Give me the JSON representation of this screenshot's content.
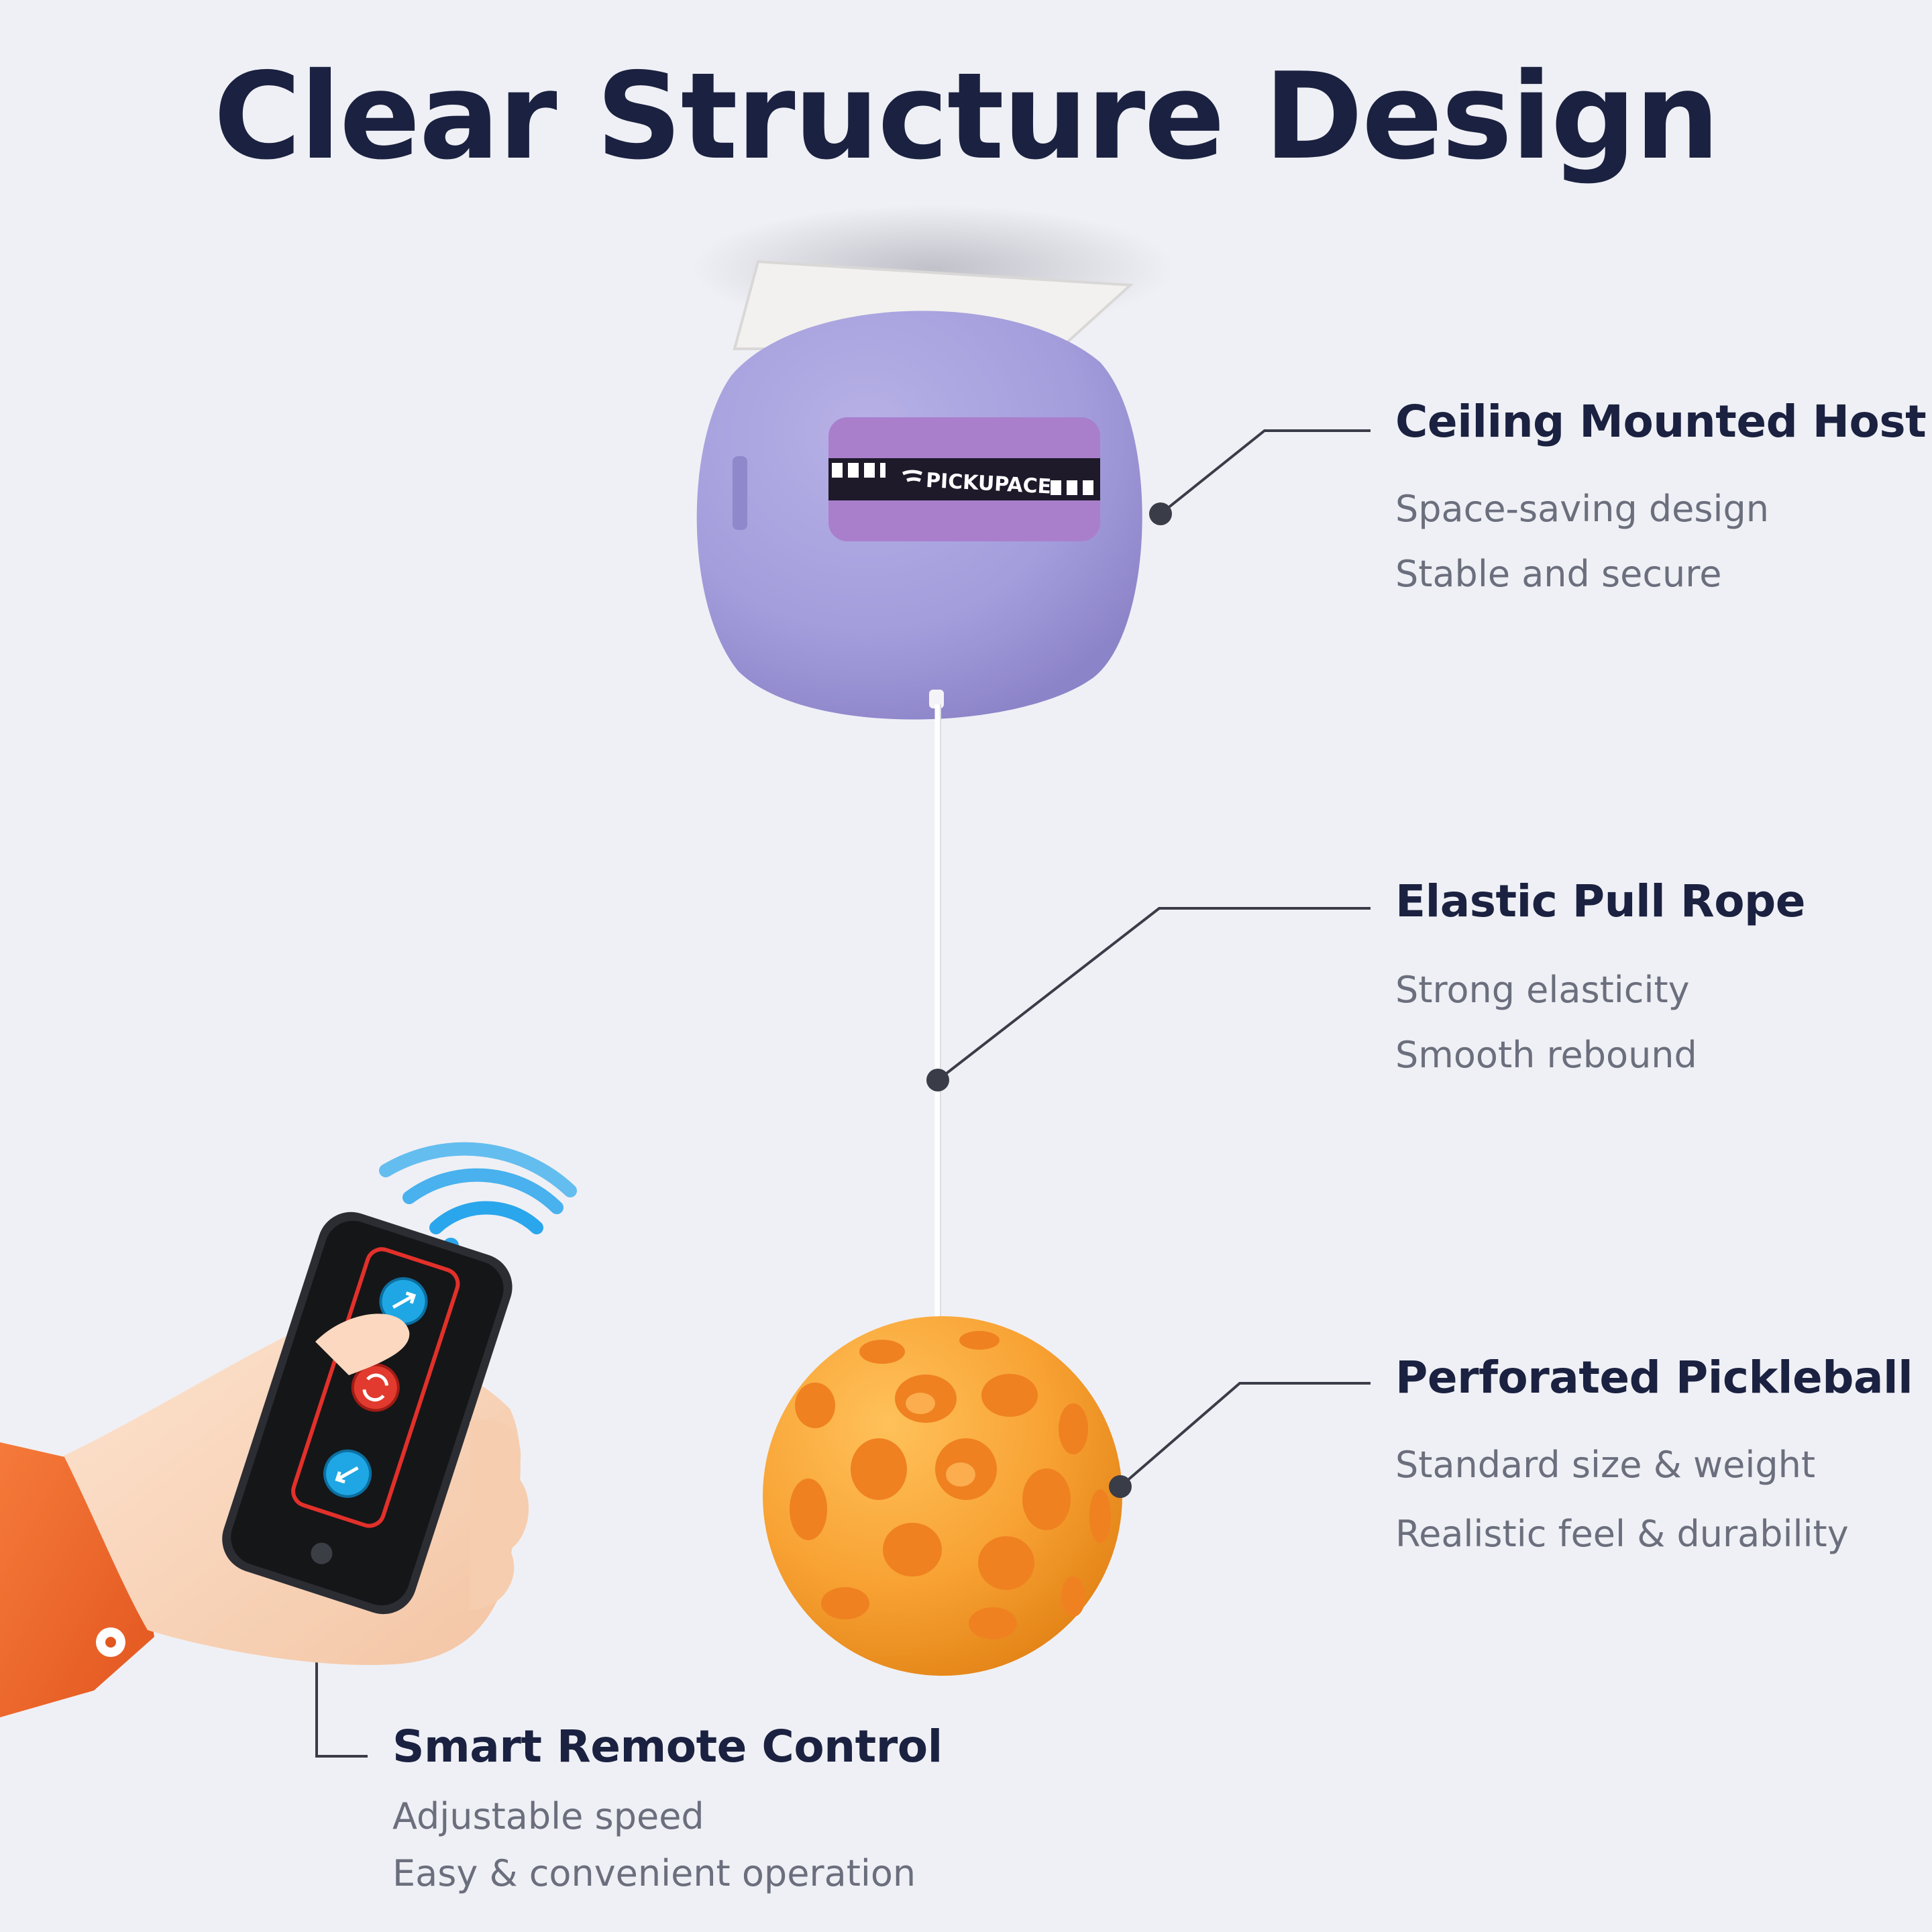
{
  "page": {
    "title": "Clear Structure Design",
    "brand": "PICKUPACE"
  },
  "features": {
    "host": {
      "title": "Ceiling Mounted Host",
      "lines": [
        "Space-saving design",
        "Stable and secure"
      ]
    },
    "rope": {
      "title": "Elastic Pull Rope",
      "lines": [
        "Strong elasticity",
        "Smooth rebound"
      ]
    },
    "ball": {
      "title": "Perforated Pickleball",
      "lines": [
        "Standard size & weight",
        "Realistic feel & durability"
      ]
    },
    "remote": {
      "title": "Smart Remote Control",
      "lines": [
        "Adjustable speed",
        "Easy & convenient operation"
      ]
    }
  },
  "colors": {
    "background": "#eff0f5",
    "title": "#1b2140",
    "body_text": "#6b6f7d",
    "host_purple": "#a9a3dc",
    "label_purple": "#a97fcc",
    "ball_orange": "#f8a233",
    "sleeve_orange": "#ee6b2e",
    "remote_border": "#e2302a",
    "button_blue": "#1ea7e4",
    "button_red": "#e23a2e",
    "signal_blue": "#2aa6ec"
  },
  "icons": [
    "signal-waves-icon",
    "speed-up-icon",
    "reset-icon",
    "speed-down-icon"
  ]
}
